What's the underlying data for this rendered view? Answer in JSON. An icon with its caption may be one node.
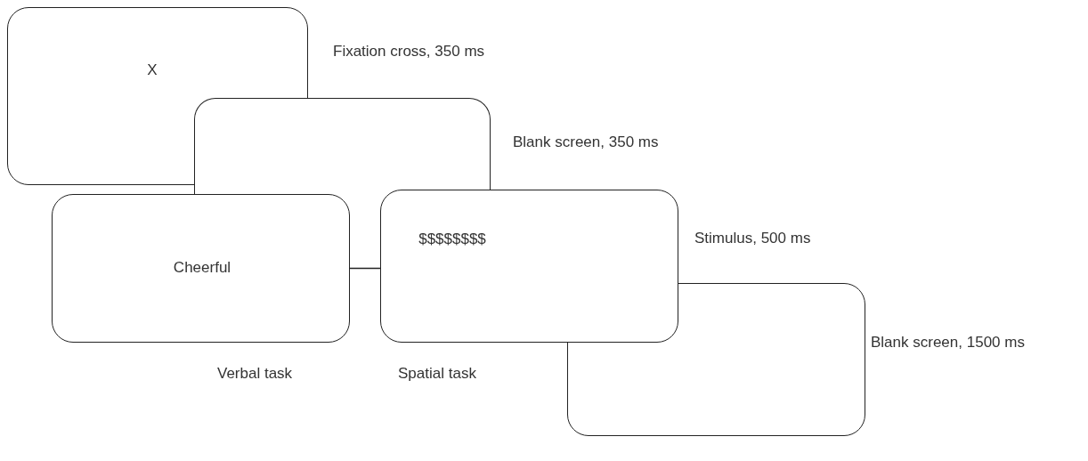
{
  "diagram": {
    "nodes": [
      {
        "text": [
          "X"
        ],
        "beside": [
          "Fixation cross, 350 ms"
        ]
      },
      {
        "text": [],
        "shape": "box",
        "beside": [
          "Blank screen, 350 ms"
        ]
      },
      {
        "text": [
          "Cheerful"
        ],
        "beside": [
          "Verbal task"
        ]
      },
      {
        "text": [
          "$$$$$$$$"
        ],
        "beside": [
          "Stimulus, 500 ms",
          "Spatial task"
        ]
      },
      {
        "text": [],
        "shape": "box",
        "beside": [
          "Blank screen, 1500 ms"
        ]
      }
    ],
    "edges": [
      {
        "from": 2,
        "to": 3,
        "arrow": "none"
      }
    ]
  }
}
